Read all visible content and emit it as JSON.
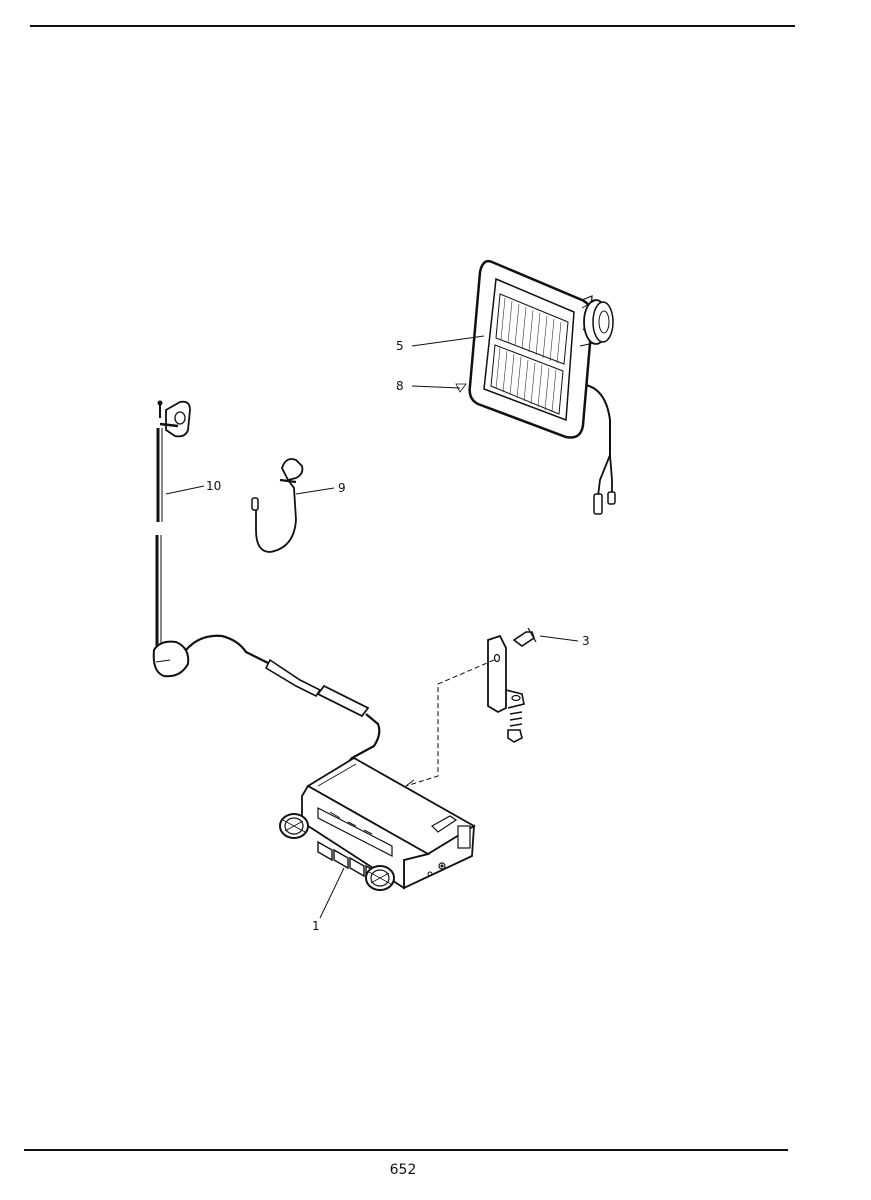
{
  "callouts": {
    "c1": "1",
    "c3": "3",
    "c5": "5",
    "c8": "8",
    "c9": "9",
    "c10": "10"
  },
  "page_number": "652"
}
